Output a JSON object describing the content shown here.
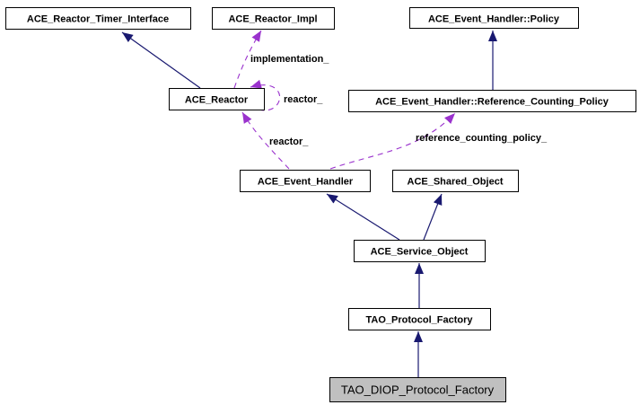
{
  "diagram": {
    "kind": "collaboration-graph",
    "nodes": {
      "timer_interface": {
        "label": "ACE_Reactor_Timer_Interface"
      },
      "reactor_impl": {
        "label": "ACE_Reactor_Impl"
      },
      "policy": {
        "label": "ACE_Event_Handler::Policy"
      },
      "reactor": {
        "label": "ACE_Reactor"
      },
      "ref_counting_policy": {
        "label": "ACE_Event_Handler::Reference_Counting_Policy"
      },
      "event_handler": {
        "label": "ACE_Event_Handler"
      },
      "shared_object": {
        "label": "ACE_Shared_Object"
      },
      "service_object": {
        "label": "ACE_Service_Object"
      },
      "protocol_factory": {
        "label": "TAO_Protocol_Factory"
      },
      "diop_protocol_factory": {
        "label": "TAO_DIOP_Protocol_Factory"
      }
    },
    "edge_labels": {
      "implementation": "implementation_",
      "reactor_self": "reactor_",
      "reactor": "reactor_",
      "reference_counting_policy": "reference_counting_policy_"
    },
    "colors": {
      "inheritance_edge": "#191970",
      "usage_edge": "#9a32cd",
      "node_border": "#000000",
      "node_fill": "#ffffff",
      "focus_node_fill": "#c0c0c0",
      "text": "#000000",
      "background": "#ffffff"
    }
  }
}
